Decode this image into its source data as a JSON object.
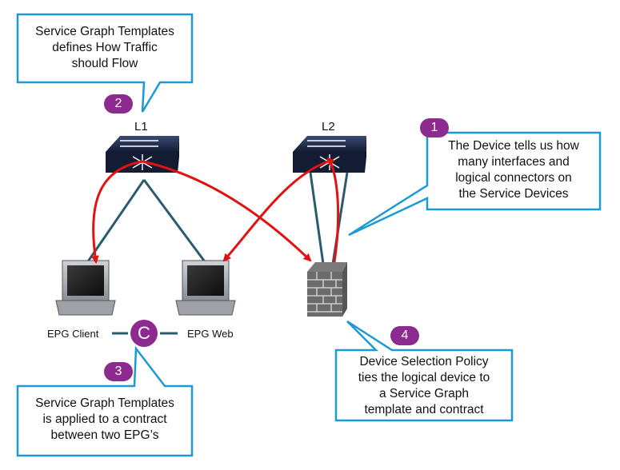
{
  "colors": {
    "callout_border": "#1b9ad6",
    "badge_fill": "#8c2a8f",
    "device_blue": "#1e2a4a",
    "link_line": "#2b5b70",
    "arrow_red": "#e11212"
  },
  "callouts": {
    "service_graph": {
      "line1": "Service Graph Templates",
      "line2": "defines How Traffic",
      "line3": "should Flow"
    },
    "device": {
      "line1": "The Device tells us how",
      "line2": "many interfaces and",
      "line3": "logical connectors on",
      "line4": "the Service Devices"
    },
    "selection_policy": {
      "line1": "Device Selection Policy",
      "line2": "ties the logical device to",
      "line3": "a Service Graph",
      "line4": "template and contract"
    },
    "contract": {
      "line1": "Service Graph Templates",
      "line2": "is applied to a contract",
      "line3": "between two EPG’s"
    }
  },
  "badges": {
    "b1": "1",
    "b2": "2",
    "b3": "3",
    "b4": "4"
  },
  "switches": {
    "l1": "L1",
    "l2": "L2"
  },
  "endpoints": {
    "client": "EPG Client",
    "web": "EPG Web"
  },
  "contract_symbol": "C",
  "icons": [
    "switch-icon",
    "laptop-icon",
    "firewall-icon",
    "contract-icon"
  ]
}
